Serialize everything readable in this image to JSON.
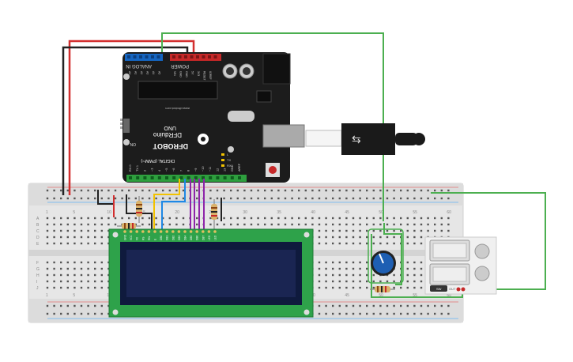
{
  "arduino": {
    "analog_header": "ANALOG IN",
    "analog_pins": [
      "A0",
      "A1",
      "A2",
      "A3",
      "A4",
      "A5"
    ],
    "power_header": "POWER",
    "power_pins": [
      "VIN",
      "GND",
      "GND",
      "5V",
      "3V3",
      "RESET",
      "IOREF"
    ],
    "brand_logo": "DFROBOT",
    "model": "DFRduino",
    "model_sub": "UNO",
    "digital_label": "DIGITAL (PWM~)",
    "digital_pins": [
      "RX 0",
      "TX 1",
      "2",
      "~3",
      "4",
      "~5",
      "~6",
      "7",
      "8",
      "~9",
      "~10",
      "~11",
      "12",
      "13",
      "GND",
      "AREF"
    ],
    "led_labels": [
      "L",
      "TX",
      "RX"
    ],
    "on_label": "ON",
    "site_text": "www.dfrobot.com"
  },
  "breadboard": {
    "column_numbers": [
      "1",
      "5",
      "10",
      "15",
      "20",
      "25",
      "30",
      "35",
      "40",
      "45",
      "50",
      "55",
      "60"
    ],
    "row_letters_top": [
      "A",
      "B",
      "C",
      "D",
      "E"
    ],
    "row_letters_bottom": [
      "F",
      "G",
      "H",
      "I",
      "J"
    ]
  },
  "lcd": {
    "pin_labels": [
      "GND",
      "VCC",
      "V0",
      "RS",
      "RW",
      "E",
      "DB0",
      "DB1",
      "DB2",
      "DB3",
      "DB4",
      "DB5",
      "DB6",
      "DB7",
      "LED",
      "LED"
    ]
  },
  "potentiometer": {
    "name": "potentiometer"
  },
  "button_module": {
    "labels": [
      "SW",
      "OUT"
    ]
  },
  "colors": {
    "red_wire": "#d32f2f",
    "black_wire": "#222222",
    "green_wire": "#4caf50",
    "yellow_wire": "#f2c200",
    "blue_wire": "#1e88e5",
    "purple_wire": "#8e24aa",
    "pcb": "#1c1c1c",
    "lcd_green": "#2ea24a",
    "lcd_screen": "#1a2552"
  }
}
